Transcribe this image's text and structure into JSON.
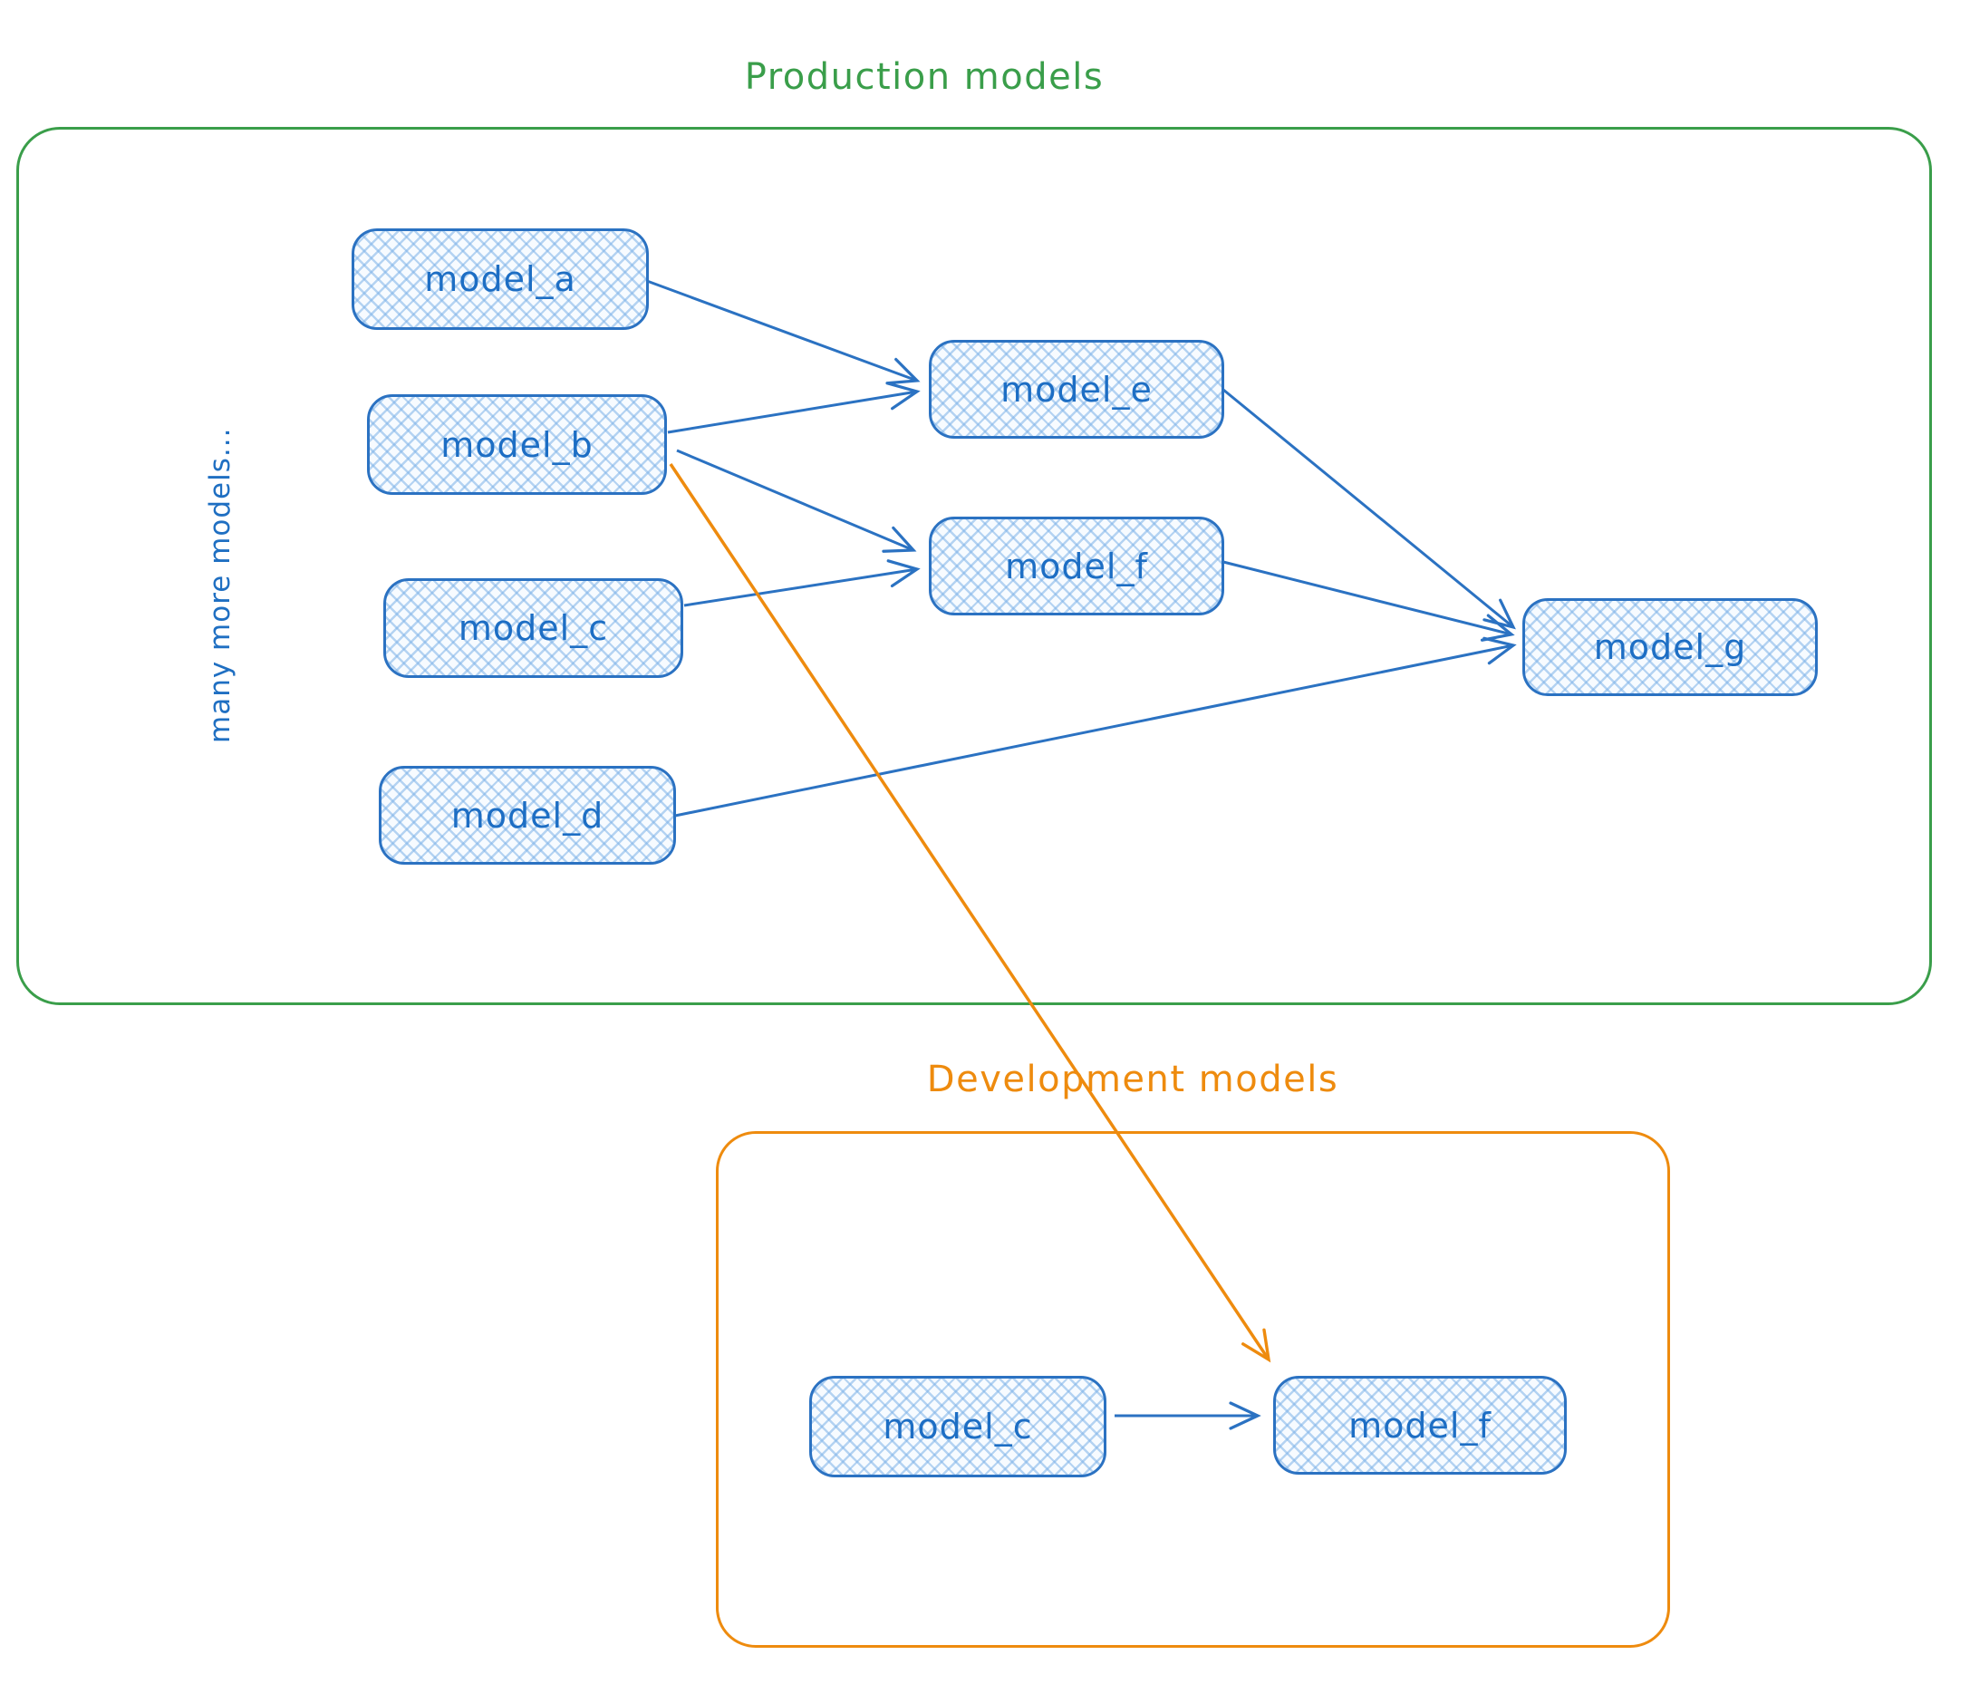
{
  "colors": {
    "node_stroke_blue": "#2b72c2",
    "node_text_blue": "#1d6ec4",
    "production_green": "#3a9e4a",
    "development_orange": "#ee8b0e",
    "hatch_fill_blue": "#7db2e8"
  },
  "production": {
    "title": "Production models",
    "side_label": "many more models...",
    "nodes": [
      {
        "id": "model_a",
        "label": "model_a"
      },
      {
        "id": "model_b",
        "label": "model_b"
      },
      {
        "id": "model_c",
        "label": "model_c"
      },
      {
        "id": "model_d",
        "label": "model_d"
      },
      {
        "id": "model_e",
        "label": "model_e"
      },
      {
        "id": "model_f",
        "label": "model_f"
      },
      {
        "id": "model_g",
        "label": "model_g"
      }
    ]
  },
  "development": {
    "title": "Development models",
    "nodes": [
      {
        "id": "model_c",
        "label": "model_c"
      },
      {
        "id": "model_f",
        "label": "model_f"
      }
    ]
  },
  "edges": [
    {
      "from": "production.model_a",
      "to": "production.model_e",
      "color": "blue"
    },
    {
      "from": "production.model_b",
      "to": "production.model_e",
      "color": "blue"
    },
    {
      "from": "production.model_b",
      "to": "production.model_f",
      "color": "blue"
    },
    {
      "from": "production.model_c",
      "to": "production.model_f",
      "color": "blue"
    },
    {
      "from": "production.model_e",
      "to": "production.model_g",
      "color": "blue"
    },
    {
      "from": "production.model_f",
      "to": "production.model_g",
      "color": "blue"
    },
    {
      "from": "production.model_d",
      "to": "production.model_g",
      "color": "blue"
    },
    {
      "from": "production.model_b",
      "to": "development.model_f",
      "color": "orange"
    },
    {
      "from": "development.model_c",
      "to": "development.model_f",
      "color": "blue"
    }
  ]
}
